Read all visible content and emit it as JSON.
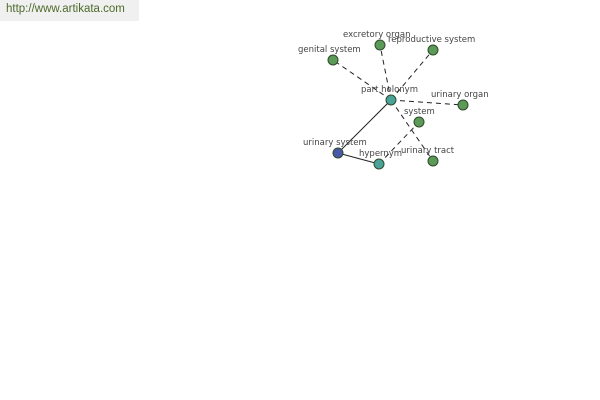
{
  "banner": {
    "url": "http://www.artikata.com"
  },
  "colors": {
    "leaf": "#5c9a57",
    "relation": "#4aa398",
    "root": "#4a58a8",
    "edge": "#222222"
  },
  "graph": {
    "nodes": [
      {
        "id": "urinary-system",
        "label": "urinary system",
        "kind": "root"
      },
      {
        "id": "part-holonym",
        "label": "part holonym",
        "kind": "relation"
      },
      {
        "id": "hypernym",
        "label": "hypernym",
        "kind": "relation"
      },
      {
        "id": "genital-system",
        "label": "genital system",
        "kind": "leaf"
      },
      {
        "id": "excretory-organ",
        "label": "excretory organ",
        "kind": "leaf"
      },
      {
        "id": "reproductive-system",
        "label": "reproductive system",
        "kind": "leaf"
      },
      {
        "id": "urinary-organ",
        "label": "urinary organ",
        "kind": "leaf"
      },
      {
        "id": "system",
        "label": "system",
        "kind": "leaf"
      },
      {
        "id": "urinary-tract",
        "label": "urinary tract",
        "kind": "leaf"
      }
    ],
    "edges": [
      {
        "from": "urinary-system",
        "to": "part-holonym",
        "style": "solid"
      },
      {
        "from": "urinary-system",
        "to": "hypernym",
        "style": "solid"
      },
      {
        "from": "part-holonym",
        "to": "genital-system",
        "style": "dashed"
      },
      {
        "from": "part-holonym",
        "to": "excretory-organ",
        "style": "dashed"
      },
      {
        "from": "part-holonym",
        "to": "reproductive-system",
        "style": "dashed"
      },
      {
        "from": "part-holonym",
        "to": "urinary-organ",
        "style": "dashed"
      },
      {
        "from": "part-holonym",
        "to": "urinary-tract",
        "style": "dashed"
      },
      {
        "from": "hypernym",
        "to": "system",
        "style": "dashed"
      }
    ]
  }
}
